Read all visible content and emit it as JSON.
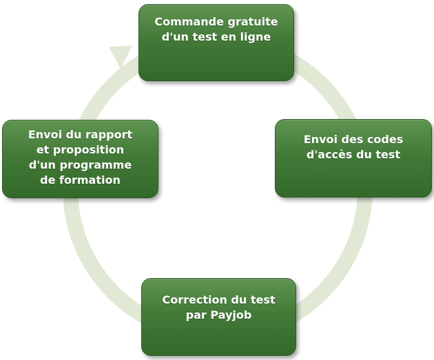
{
  "diagram": {
    "steps": [
      {
        "label": "Commande gratuite\nd'un test en ligne"
      },
      {
        "label": "Envoi des codes\nd'accès du test"
      },
      {
        "label": "Correction du test\npar Payjob"
      },
      {
        "label": "Envoi du rapport\net proposition\nd'un programme\nde formation"
      }
    ],
    "colors": {
      "box_fill": "#447a38",
      "box_border": "#2c5a25",
      "ring": "#e1e9d5",
      "label_text": "#ffffff"
    }
  }
}
